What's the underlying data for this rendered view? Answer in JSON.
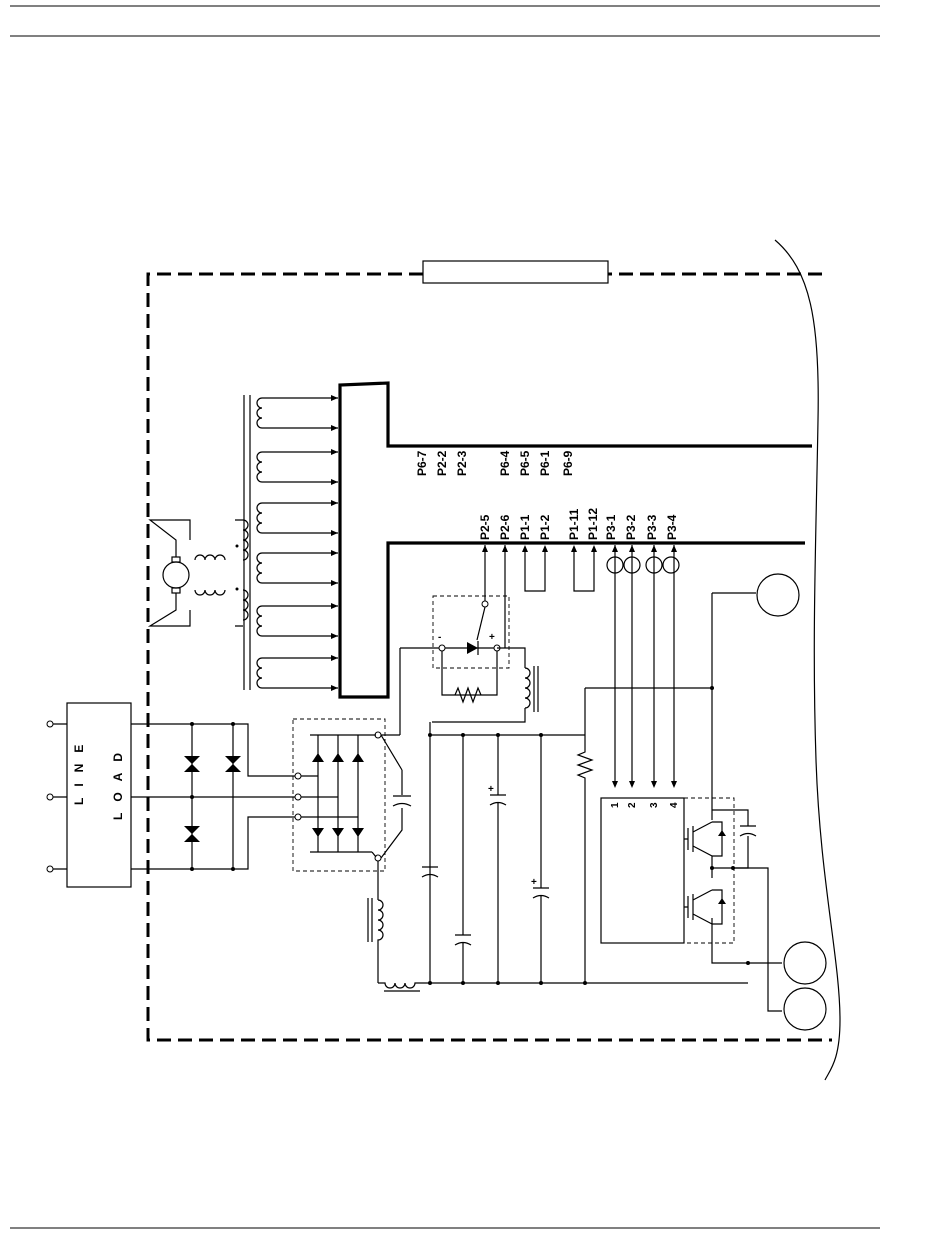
{
  "connector_pins_upper": [
    "P6-7",
    "P2-2",
    "P2-3",
    "P6-4",
    "P6-5",
    "P6-1",
    "P6-9"
  ],
  "connector_pins_lower": [
    "P2-5",
    "P2-6",
    "P1-1",
    "P1-2",
    "P1-11",
    "P1-12",
    "P3-1",
    "P3-2",
    "P3-3",
    "P3-4"
  ],
  "module_pins": [
    "1",
    "2",
    "3",
    "4"
  ],
  "line_label": "LINE",
  "load_label": "LOAD",
  "polarity_minus": "-",
  "polarity_plus": "+",
  "title_box_text": ""
}
